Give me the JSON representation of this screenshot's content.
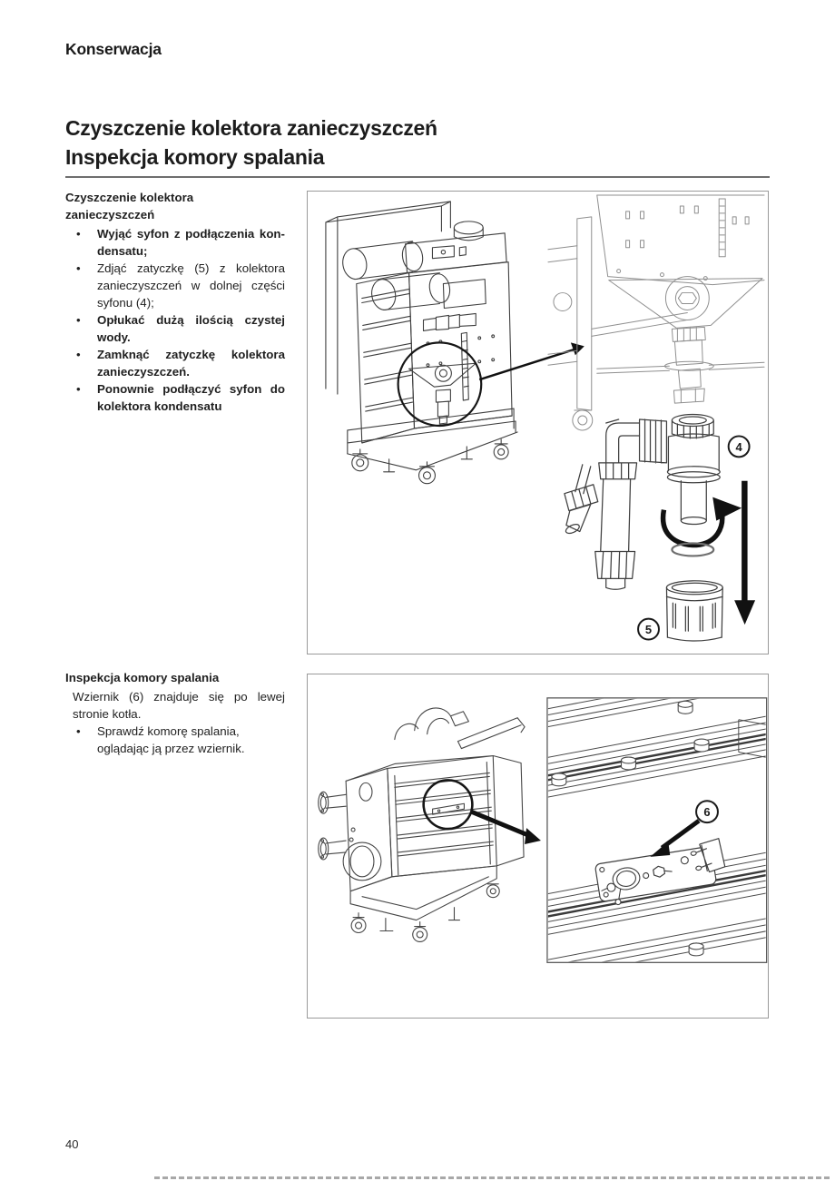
{
  "page": {
    "header": "Konserwacja",
    "title_line1": "Czyszczenie kolektora zanieczyszczeń",
    "title_line2": "Inspekcja komory spalania",
    "page_number": "40"
  },
  "section1": {
    "heading": "Czyszczenie kolektora zanieczyszczeń",
    "bullets": [
      {
        "text": "Wyjąć syfon z podłączenia kon-densatu;",
        "bold": true
      },
      {
        "text": "Zdjąć zatyczkę (5) z kolektora zanieczyszczeń w dolnej części syfonu (4);",
        "bold": false
      },
      {
        "text": "Opłukać dużą ilością czystej wody.",
        "bold": true
      },
      {
        "text": "Zamknąć zatyczkę kolektora zanieczyszczeń.",
        "bold": true
      },
      {
        "text": "Ponownie podłączyć syfon do kolektora kondensatu",
        "bold": true
      }
    ]
  },
  "section2": {
    "heading": "Inspekcja komory spalania",
    "paragraph": "Wziernik (6) znajduje się po lewej stronie kotła.",
    "bullets": [
      {
        "text": "Sprawdź komorę spalania, oglądając ją przez wziernik."
      }
    ]
  },
  "figure1": {
    "description": "Boiler with condensate trap detail and syphon disassembly",
    "callout_4": "4",
    "callout_5": "5"
  },
  "figure2": {
    "description": "Boiler left side with combustion chamber sight glass detail",
    "callout_6": "6"
  },
  "colors": {
    "text": "#1f1f1f",
    "rule": "#6e6e6e",
    "figure_border": "#9a9a9a",
    "line_art_dark": "#3f3f3f",
    "line_art_light": "#8f8f8f",
    "arrow_black": "#111111"
  }
}
